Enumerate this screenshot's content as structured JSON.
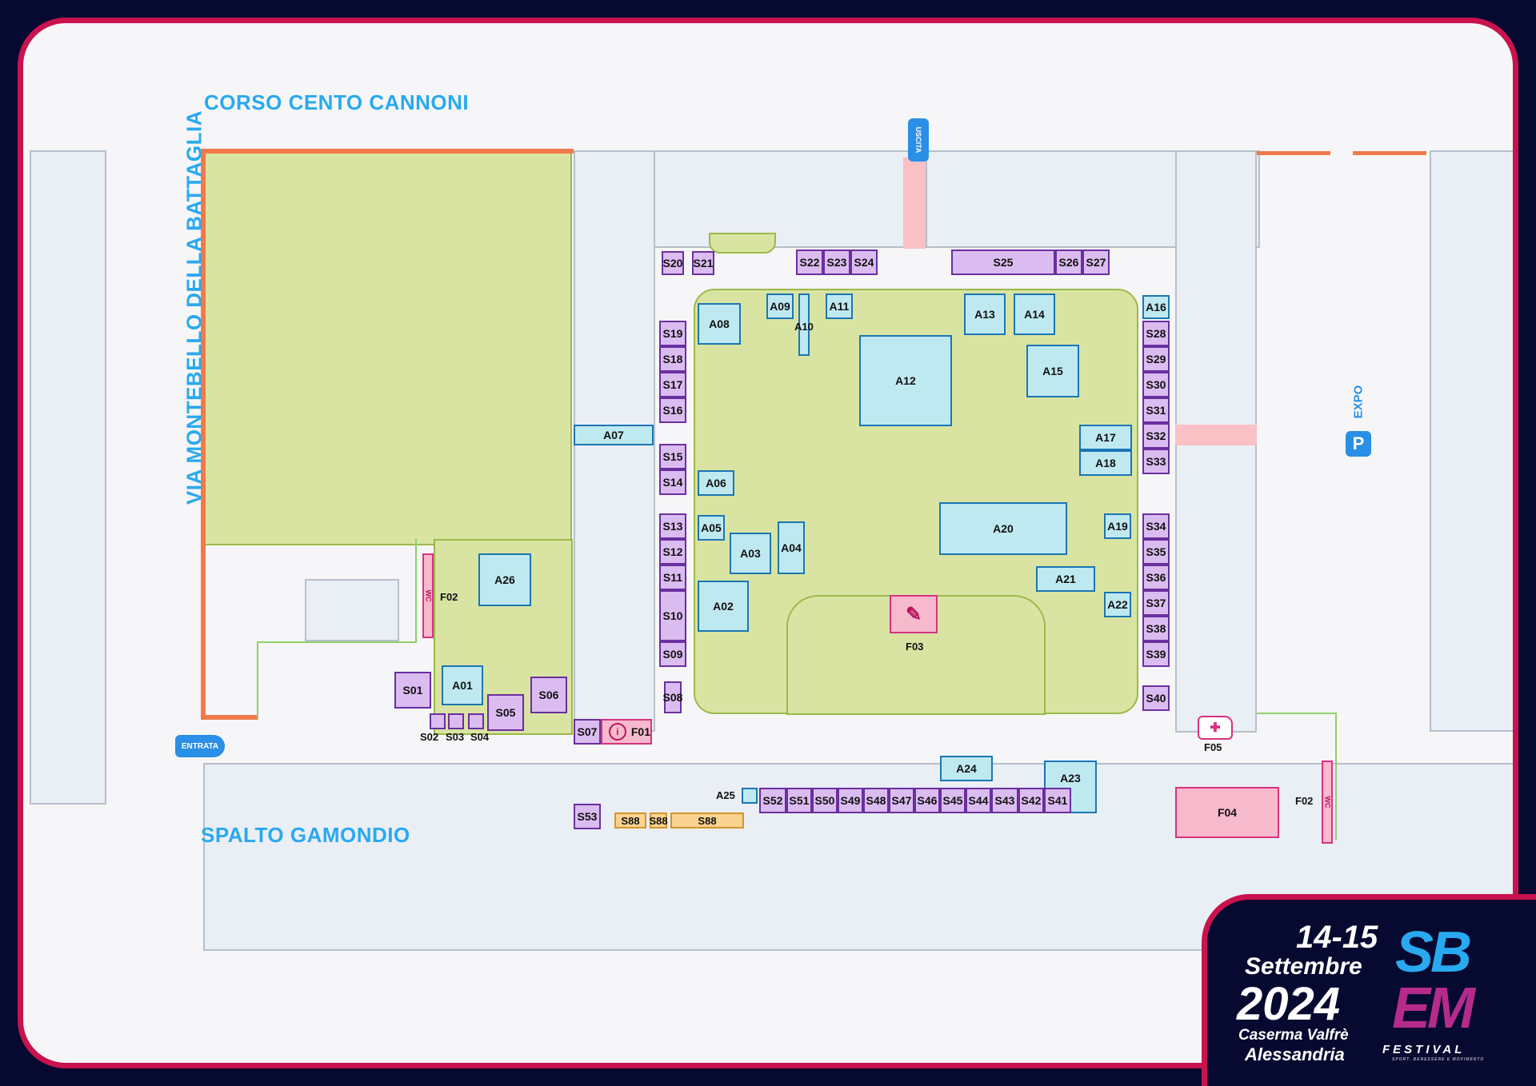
{
  "streets": {
    "north": "CORSO CENTO CANNONI",
    "west": "VIA MONTEBELLO DELLA BATTAGLIA",
    "south": "SPALTO GAMONDIO"
  },
  "markers": {
    "entrance": "ENTRATA",
    "exit": "USCITA",
    "parking_letter": "P",
    "parking_label": "EXPO"
  },
  "stands": {
    "A01": "A01",
    "A02": "A02",
    "A03": "A03",
    "A04": "A04",
    "A05": "A05",
    "A06": "A06",
    "A07": "A07",
    "A08": "A08",
    "A09": "A09",
    "A10": "A10",
    "A11": "A11",
    "A12": "A12",
    "A13": "A13",
    "A14": "A14",
    "A15": "A15",
    "A16": "A16",
    "A17": "A17",
    "A18": "A18",
    "A19": "A19",
    "A20": "A20",
    "A21": "A21",
    "A22": "A22",
    "A23": "A23",
    "A24": "A24",
    "A25": "A25",
    "A26": "A26",
    "S01": "S01",
    "S02": "S02",
    "S03": "S03",
    "S04": "S04",
    "S05": "S05",
    "S06": "S06",
    "S07": "S07",
    "S08": "S08",
    "S09": "S09",
    "S10": "S10",
    "S11": "S11",
    "S12": "S12",
    "S13": "S13",
    "S14": "S14",
    "S15": "S15",
    "S16": "S16",
    "S17": "S17",
    "S18": "S18",
    "S19": "S19",
    "S20": "S20",
    "S21": "S21",
    "S22": "S22",
    "S23": "S23",
    "S24": "S24",
    "S25": "S25",
    "S26": "S26",
    "S27": "S27",
    "S28": "S28",
    "S29": "S29",
    "S30": "S30",
    "S31": "S31",
    "S32": "S32",
    "S33": "S33",
    "S34": "S34",
    "S35": "S35",
    "S36": "S36",
    "S37": "S37",
    "S38": "S38",
    "S39": "S39",
    "S40": "S40",
    "S41": "S41",
    "S42": "S42",
    "S43": "S43",
    "S44": "S44",
    "S45": "S45",
    "S46": "S46",
    "S47": "S47",
    "S48": "S48",
    "S49": "S49",
    "S50": "S50",
    "S51": "S51",
    "S52": "S52",
    "S53": "S53",
    "S88": "S88",
    "F01": "F01",
    "F02": "F02",
    "F03": "F03",
    "F04": "F04",
    "F05": "F05"
  },
  "icons": {
    "wc": "WC",
    "info": "i"
  },
  "event": {
    "dates": "14-15",
    "month": "Settembre",
    "year": "2024",
    "venue": "Caserma Valfrè",
    "city": "Alessandria",
    "logo_top": "SB",
    "logo_bottom": "EM",
    "festival": "FESTIVAL",
    "tagline": "SPORT, BENESSERE E MOVIMENTO"
  },
  "colors": {
    "frame": "#c8134e",
    "background": "#070a30",
    "street_text": "#29a9ef",
    "green_area": "#d9e4a2",
    "stand_a": "#bfe9f1",
    "stand_s": "#dbbcf0",
    "facility": "#f7b9cc",
    "stand_s88": "#fbd28f",
    "boundary": "#f07a4a"
  }
}
